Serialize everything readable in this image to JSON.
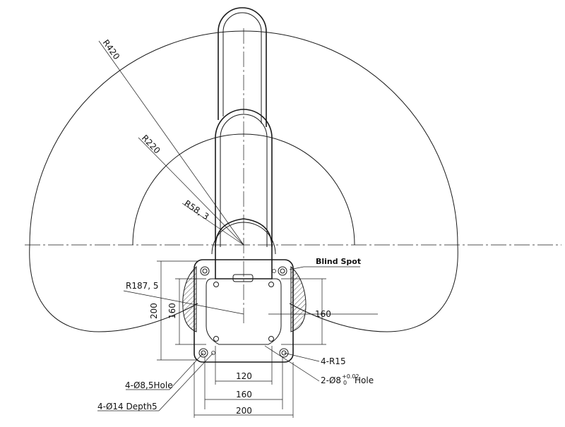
{
  "labels": {
    "r420": "R420",
    "r220": "R220",
    "r58": "R58, 3",
    "r187": "R187, 5",
    "blind_spot": "Blind Spot",
    "dim_200_left": "200",
    "dim_160_left": "160",
    "dim_160_right": "160",
    "dim_120_bottom": "120",
    "dim_160_bottom": "160",
    "dim_200_bottom": "200",
    "hole_85": "4-Ø8,5Hole",
    "depth_14": "4-Ø14 Depth5",
    "r15": "4-R15",
    "hole_8_main": "2-Ø8",
    "hole_8_sup": "+0.02",
    "hole_8_sub": "0",
    "hole_8_suffix": "Hole"
  }
}
